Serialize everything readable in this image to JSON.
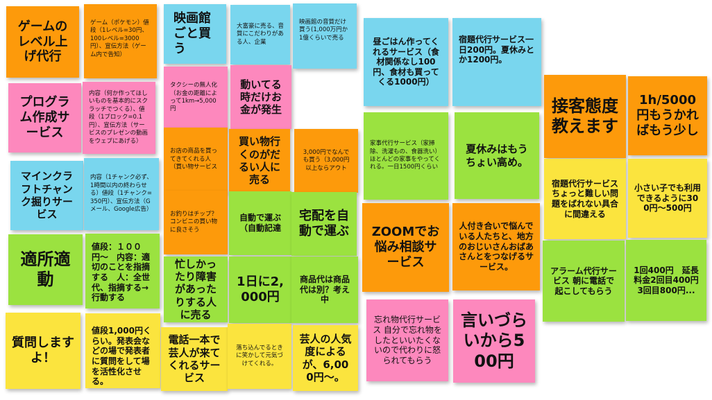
{
  "colors": {
    "orange": "#fd9a0b",
    "pink": "#fd88bd",
    "blue": "#79d6ee",
    "green": "#9be240",
    "yellow": "#fbe43e"
  },
  "notes": [
    {
      "id": "n1",
      "text": "ゲームのレベル上げ代行",
      "color": "orange"
    },
    {
      "id": "n2",
      "text": "ゲーム（ポケモン）値段（1レベル=30円、100レベル=3000円）、宣伝方法（ゲーム内で告知）",
      "color": "orange"
    },
    {
      "id": "n3",
      "text": "映画館ごと買う",
      "color": "blue"
    },
    {
      "id": "n4",
      "text": "大富豪に売る、音質にこだわりがある人、企業",
      "color": "blue"
    },
    {
      "id": "n5",
      "text": "映画館の音質だけ買う(1,000万円か1億くらいで売る",
      "color": "blue"
    },
    {
      "id": "n6",
      "text": "昼ごはん作ってくれるサービス（食材関係なし100円、食材も買ってくる1000円）",
      "color": "blue"
    },
    {
      "id": "n7",
      "text": "宿題代行サービス一日200円。夏休みとか1200円。",
      "color": "blue"
    },
    {
      "id": "n8",
      "text": "プログラム作成サービス",
      "color": "pink"
    },
    {
      "id": "n9",
      "text": "内容（何か作ってほしいものを基本的にスクラッチでつくる）、値段（1ブロック=0.1円）、宣伝方法（サービスのプレゼンの動画をウェブにあげる）",
      "color": "pink"
    },
    {
      "id": "n10",
      "text": "タクシーの無人化（お金の距離によって1km→5,000円",
      "color": "pink"
    },
    {
      "id": "n11",
      "text": "動いてる時だけお金が発生",
      "color": "pink"
    },
    {
      "id": "n12",
      "text": "接客態度教えます",
      "color": "orange"
    },
    {
      "id": "n13",
      "text": "1h/5000円もうかればもう少し",
      "color": "orange"
    },
    {
      "id": "n14",
      "text": "お店の商品を買ってきてくれる人（買い物サービス",
      "color": "orange"
    },
    {
      "id": "n15",
      "text": "買い物行くのがだるい人に売る",
      "color": "orange"
    },
    {
      "id": "n16",
      "text": "3,000円でなんでも買う（3,000円以上ならアウト",
      "color": "orange"
    },
    {
      "id": "n17",
      "text": "家事代行サービス（家掃除、洗濯もの、食器洗い）ほとんどの家事をやってくれる。一日1500円くらい",
      "color": "green"
    },
    {
      "id": "n18",
      "text": "夏休みはもうちょい高め。",
      "color": "green"
    },
    {
      "id": "n19",
      "text": "マインクラフトチャンク掘りサービス",
      "color": "blue"
    },
    {
      "id": "n20",
      "text": "内容（1チャンク必ず、1時間以内の終わらせる）値段（1チャンク=350円）、宣伝方法（Gメール、Google広告）",
      "color": "blue"
    },
    {
      "id": "n21",
      "text": "宿題代行サービス ちょっと難しい問題をばれない具合に間違える",
      "color": "yellow"
    },
    {
      "id": "n22",
      "text": "小さい子でも利用できるように300円〜500円",
      "color": "yellow"
    },
    {
      "id": "n23",
      "text": "お釣りはチップ？ コンビニの買い物に良さそう",
      "color": "orange"
    },
    {
      "id": "n24",
      "text": "自動で運ぶ（自動記達",
      "color": "green"
    },
    {
      "id": "n25",
      "text": "宅配を自動で運ぶ",
      "color": "green"
    },
    {
      "id": "n26",
      "text": "ZOOMでお悩み相談サービス",
      "color": "orange"
    },
    {
      "id": "n27",
      "text": "人付き合いで悩んでいる人たちと、地方のおじいさんおばあさんとをつなげるサービス。",
      "color": "orange"
    },
    {
      "id": "n28",
      "text": "適所適動",
      "color": "green"
    },
    {
      "id": "n29",
      "text": "値段：１００円〜　内容：適切のことを指摘する　人：全世代、指摘する→行動する",
      "color": "green"
    },
    {
      "id": "n30",
      "text": "忙しかったり障害があったりする人に売る",
      "color": "green"
    },
    {
      "id": "n31",
      "text": "1日に2,000円",
      "color": "green"
    },
    {
      "id": "n32",
      "text": "商品代は商品代は別？考え中",
      "color": "green"
    },
    {
      "id": "n33",
      "text": "アラーム代行サービス 朝に電話で起こしてもらう",
      "color": "green"
    },
    {
      "id": "n34",
      "text": "1回400円　延長料金2回目400円3回目800円...",
      "color": "green"
    },
    {
      "id": "n35",
      "text": "質問しますよ！",
      "color": "yellow"
    },
    {
      "id": "n36",
      "text": "値段1,000円くらい。発表会などの場で発表者に質問をして場を活性化させる。",
      "color": "yellow"
    },
    {
      "id": "n37",
      "text": "電話一本で芸人が来てくれるサービス",
      "color": "yellow"
    },
    {
      "id": "n38",
      "text": "落ち込んでるときに笑かして元気づけてくれる。",
      "color": "yellow"
    },
    {
      "id": "n39",
      "text": "芸人の人気度によるが、6,000円〜。",
      "color": "yellow"
    },
    {
      "id": "n40",
      "text": "忘れ物代行サービス 自分で忘れ物をしたといいたくないので代わりに怒られてもらう",
      "color": "pink"
    },
    {
      "id": "n41",
      "text": "言いづらいから500円",
      "color": "pink"
    }
  ]
}
